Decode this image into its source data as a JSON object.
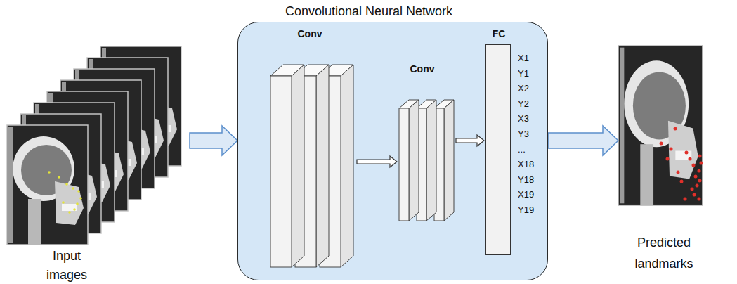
{
  "diagram": {
    "nodes": [
      {
        "text": [
          "Input images"
        ]
      },
      {
        "text": [
          "Convolutional Neural Network"
        ]
      },
      {
        "text": [
          "Conv"
        ],
        "in": 1
      },
      {
        "text": [
          "Conv"
        ],
        "in": 1
      },
      {
        "text": [
          "FC"
        ],
        "in": 1
      },
      {
        "text": [
          "Predicted landmarks"
        ]
      }
    ],
    "edges": [
      {
        "from": 0,
        "to": 1,
        "arrow": "to"
      },
      {
        "from": 2,
        "to": 3,
        "arrow": "to"
      },
      {
        "from": 3,
        "to": 4,
        "arrow": "to"
      },
      {
        "from": 1,
        "to": 5,
        "arrow": "to"
      }
    ],
    "labels": [
      "X1",
      "Y1",
      "X2",
      "Y2",
      "X3",
      "Y3",
      "...",
      "X18",
      "Y18",
      "X19",
      "Y19"
    ]
  }
}
